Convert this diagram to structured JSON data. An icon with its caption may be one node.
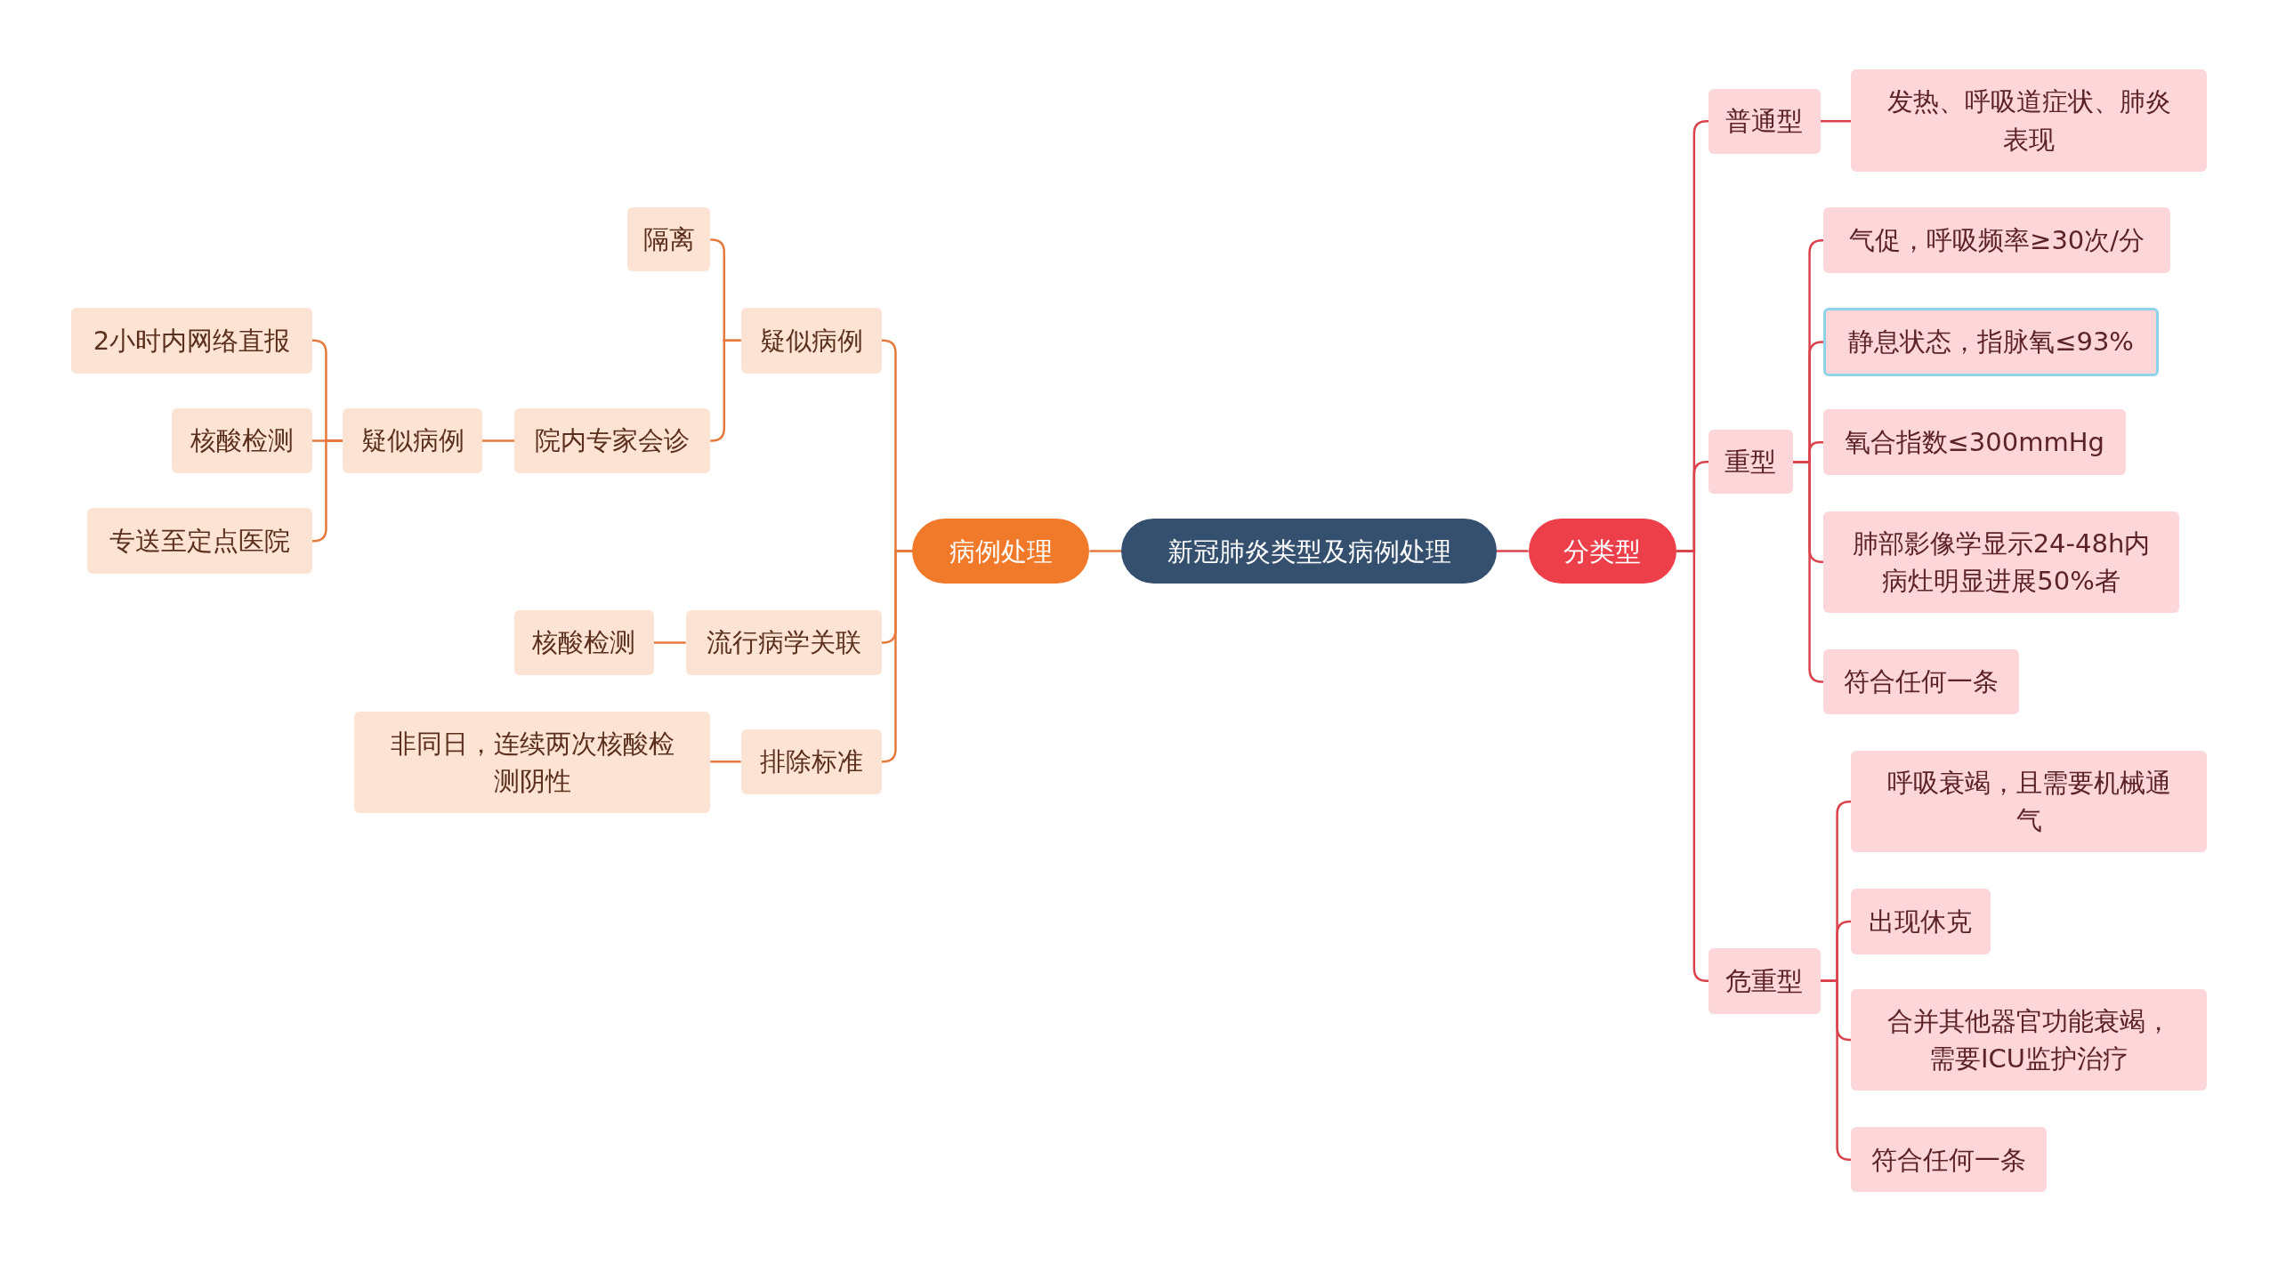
{
  "diagram": {
    "nodes": [
      {
        "text": [
          "新冠肺炎类型及病例处理"
        ]
      },
      {
        "text": [
          "病例处理"
        ]
      },
      {
        "text": [
          "疑似病例"
        ]
      },
      {
        "text": [
          "隔离"
        ]
      },
      {
        "text": [
          "院内专家会诊"
        ]
      },
      {
        "text": [
          "疑似病例"
        ]
      },
      {
        "text": [
          "2小时内网络直报"
        ]
      },
      {
        "text": [
          "核酸检测"
        ]
      },
      {
        "text": [
          "专送至定点医院"
        ]
      },
      {
        "text": [
          "流行病学关联"
        ]
      },
      {
        "text": [
          "核酸检测"
        ]
      },
      {
        "text": [
          "排除标准"
        ]
      },
      {
        "text": [
          "非同日，连续两次核酸检测阴性"
        ]
      },
      {
        "text": [
          "分类型"
        ]
      },
      {
        "text": [
          "普通型"
        ]
      },
      {
        "text": [
          "发热、呼吸道症状、肺炎表现"
        ]
      },
      {
        "text": [
          "重型"
        ]
      },
      {
        "text": [
          "气促，呼吸频率≥30次/分"
        ]
      },
      {
        "text": [
          "静息状态，指脉氧≤93%"
        ]
      },
      {
        "text": [
          "氧合指数≤300mmHg"
        ]
      },
      {
        "text": [
          "肺部影像学显示24-48h内病灶明显进展50%者"
        ]
      },
      {
        "text": [
          "符合任何一条"
        ]
      },
      {
        "text": [
          "危重型"
        ]
      },
      {
        "text": [
          "呼吸衰竭，且需要机械通气"
        ]
      },
      {
        "text": [
          "出现休克"
        ]
      },
      {
        "text": [
          "合并其他器官功能衰竭，需要ICU监护治疗"
        ]
      },
      {
        "text": [
          "符合任何一条"
        ]
      }
    ],
    "edges": [
      {
        "from": 0,
        "to": 1,
        "arrow": "none"
      },
      {
        "from": 1,
        "to": 2,
        "arrow": "none"
      },
      {
        "from": 2,
        "to": 3,
        "arrow": "none"
      },
      {
        "from": 2,
        "to": 4,
        "arrow": "none"
      },
      {
        "from": 4,
        "to": 5,
        "arrow": "none"
      },
      {
        "from": 5,
        "to": 6,
        "arrow": "none"
      },
      {
        "from": 5,
        "to": 7,
        "arrow": "none"
      },
      {
        "from": 5,
        "to": 8,
        "arrow": "none"
      },
      {
        "from": 1,
        "to": 9,
        "arrow": "none"
      },
      {
        "from": 9,
        "to": 10,
        "arrow": "none"
      },
      {
        "from": 1,
        "to": 11,
        "arrow": "none"
      },
      {
        "from": 11,
        "to": 12,
        "arrow": "none"
      },
      {
        "from": 0,
        "to": 13,
        "arrow": "none",
        "color": "#d9434c"
      },
      {
        "from": 13,
        "to": 14,
        "arrow": "none",
        "color": "#d9434c"
      },
      {
        "from": 14,
        "to": 15,
        "arrow": "none",
        "color": "#d9434c"
      },
      {
        "from": 13,
        "to": 16,
        "arrow": "none",
        "color": "#d9434c"
      },
      {
        "from": 16,
        "to": 17,
        "arrow": "none",
        "color": "#d9434c"
      },
      {
        "from": 16,
        "to": 18,
        "arrow": "none",
        "color": "#d9434c"
      },
      {
        "from": 16,
        "to": 19,
        "arrow": "none",
        "color": "#d9434c"
      },
      {
        "from": 16,
        "to": 20,
        "arrow": "none",
        "color": "#d9434c"
      },
      {
        "from": 16,
        "to": 21,
        "arrow": "none",
        "color": "#d9434c"
      },
      {
        "from": 13,
        "to": 22,
        "arrow": "none",
        "color": "#d9434c"
      },
      {
        "from": 22,
        "to": 23,
        "arrow": "none",
        "color": "#d9434c"
      },
      {
        "from": 22,
        "to": 24,
        "arrow": "none",
        "color": "#d9434c"
      },
      {
        "from": 22,
        "to": 25,
        "arrow": "none",
        "color": "#d9434c"
      },
      {
        "from": 22,
        "to": 26,
        "arrow": "none",
        "color": "#d9434c"
      }
    ]
  }
}
